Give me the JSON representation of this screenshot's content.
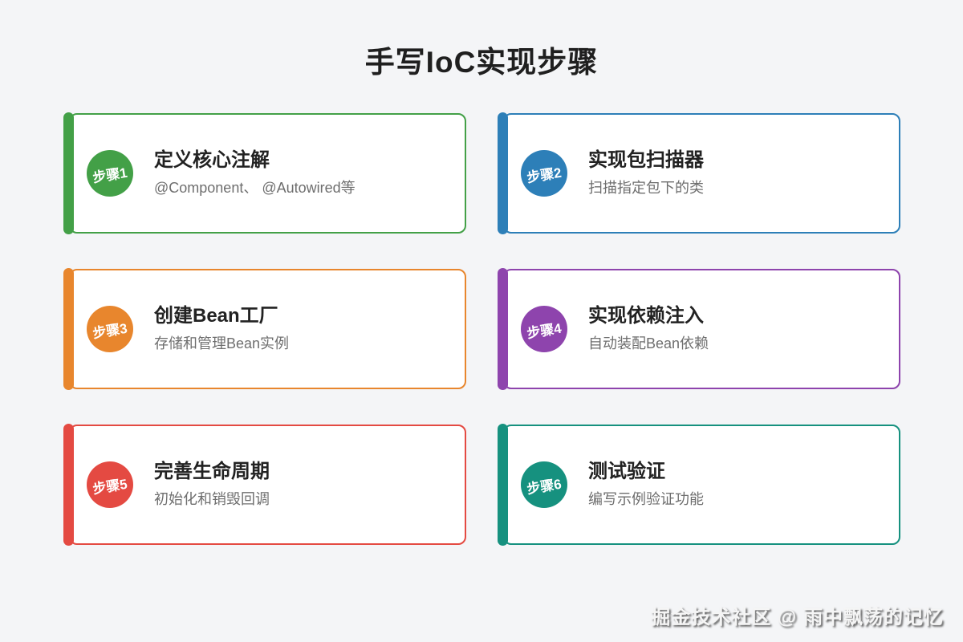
{
  "page": {
    "title": "手写IoC实现步骤",
    "watermark": "掘金技术社区 @ 雨中飘荡的记忆",
    "background_color": "#f4f5f7",
    "title_color": "#1f1f1f",
    "card_background": "#ffffff"
  },
  "steps": [
    {
      "badge": "步骤1",
      "title": "定义核心注解",
      "subtitle": "@Component、 @Autowired等",
      "color": "#43a047"
    },
    {
      "badge": "步骤2",
      "title": "实现包扫描器",
      "subtitle": "扫描指定包下的类",
      "color": "#2d7fb8"
    },
    {
      "badge": "步骤3",
      "title": "创建Bean工厂",
      "subtitle": "存储和管理Bean实例",
      "color": "#e8862d"
    },
    {
      "badge": "步骤4",
      "title": "实现依赖注入",
      "subtitle": "自动装配Bean依赖",
      "color": "#8e44ad"
    },
    {
      "badge": "步骤5",
      "title": "完善生命周期",
      "subtitle": "初始化和销毁回调",
      "color": "#e44a42"
    },
    {
      "badge": "步骤6",
      "title": "测试验证",
      "subtitle": "编写示例验证功能",
      "color": "#16917f"
    }
  ]
}
